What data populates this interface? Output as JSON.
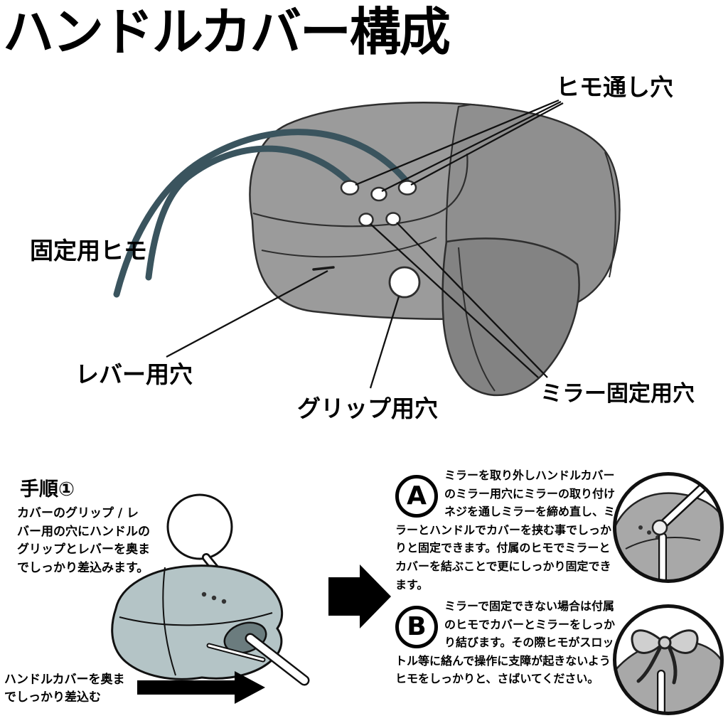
{
  "title": "ハンドルカバー構成",
  "colors": {
    "cover_gray": "#9b9b9b",
    "cover_cuff": "#8f8f8f",
    "cover_flap": "#838383",
    "cord": "#3a545e",
    "step_cover": "#b4c4c6",
    "detail_cover": "#a8a8a8",
    "bow_fill": "#cfcfcf",
    "outline": "#2e2e2e",
    "arrow_black": "#000000"
  },
  "diagram": {
    "label_cord_holes": "ヒモ通し穴",
    "label_fixing_cord": "固定用ヒモ",
    "label_lever_hole": "レバー用穴",
    "label_grip_hole": "グリップ用穴",
    "label_mirror_fixing_holes": "ミラー固定用穴"
  },
  "steps": {
    "step1": {
      "heading": "手順①",
      "body": "カバーのグリップ / レバー用の穴にハンドルのグリップとレバーを奥までしっかり差込みます。",
      "caption": "ハンドルカバーを奥までしっかり差込む"
    },
    "optionA": {
      "label": "A",
      "body": "ミラーを取り外しハンドルカバーのミラー用穴にミラーの取り付けネジを通しミラーを締め直し、ミラーとハンドルでカバーを挟む事でしっかりと固定できます。付属のヒモでミラーとカバーを結ぶことで更にしっかり固定できます。"
    },
    "optionB": {
      "label": "B",
      "body": "ミラーで固定できない場合は付属のヒモでカバーとミラーをしっかり結びます。その際ヒモがスロットル等に絡んで操作に支障が起きないようヒモをしっかりと、さばいてください。"
    }
  }
}
